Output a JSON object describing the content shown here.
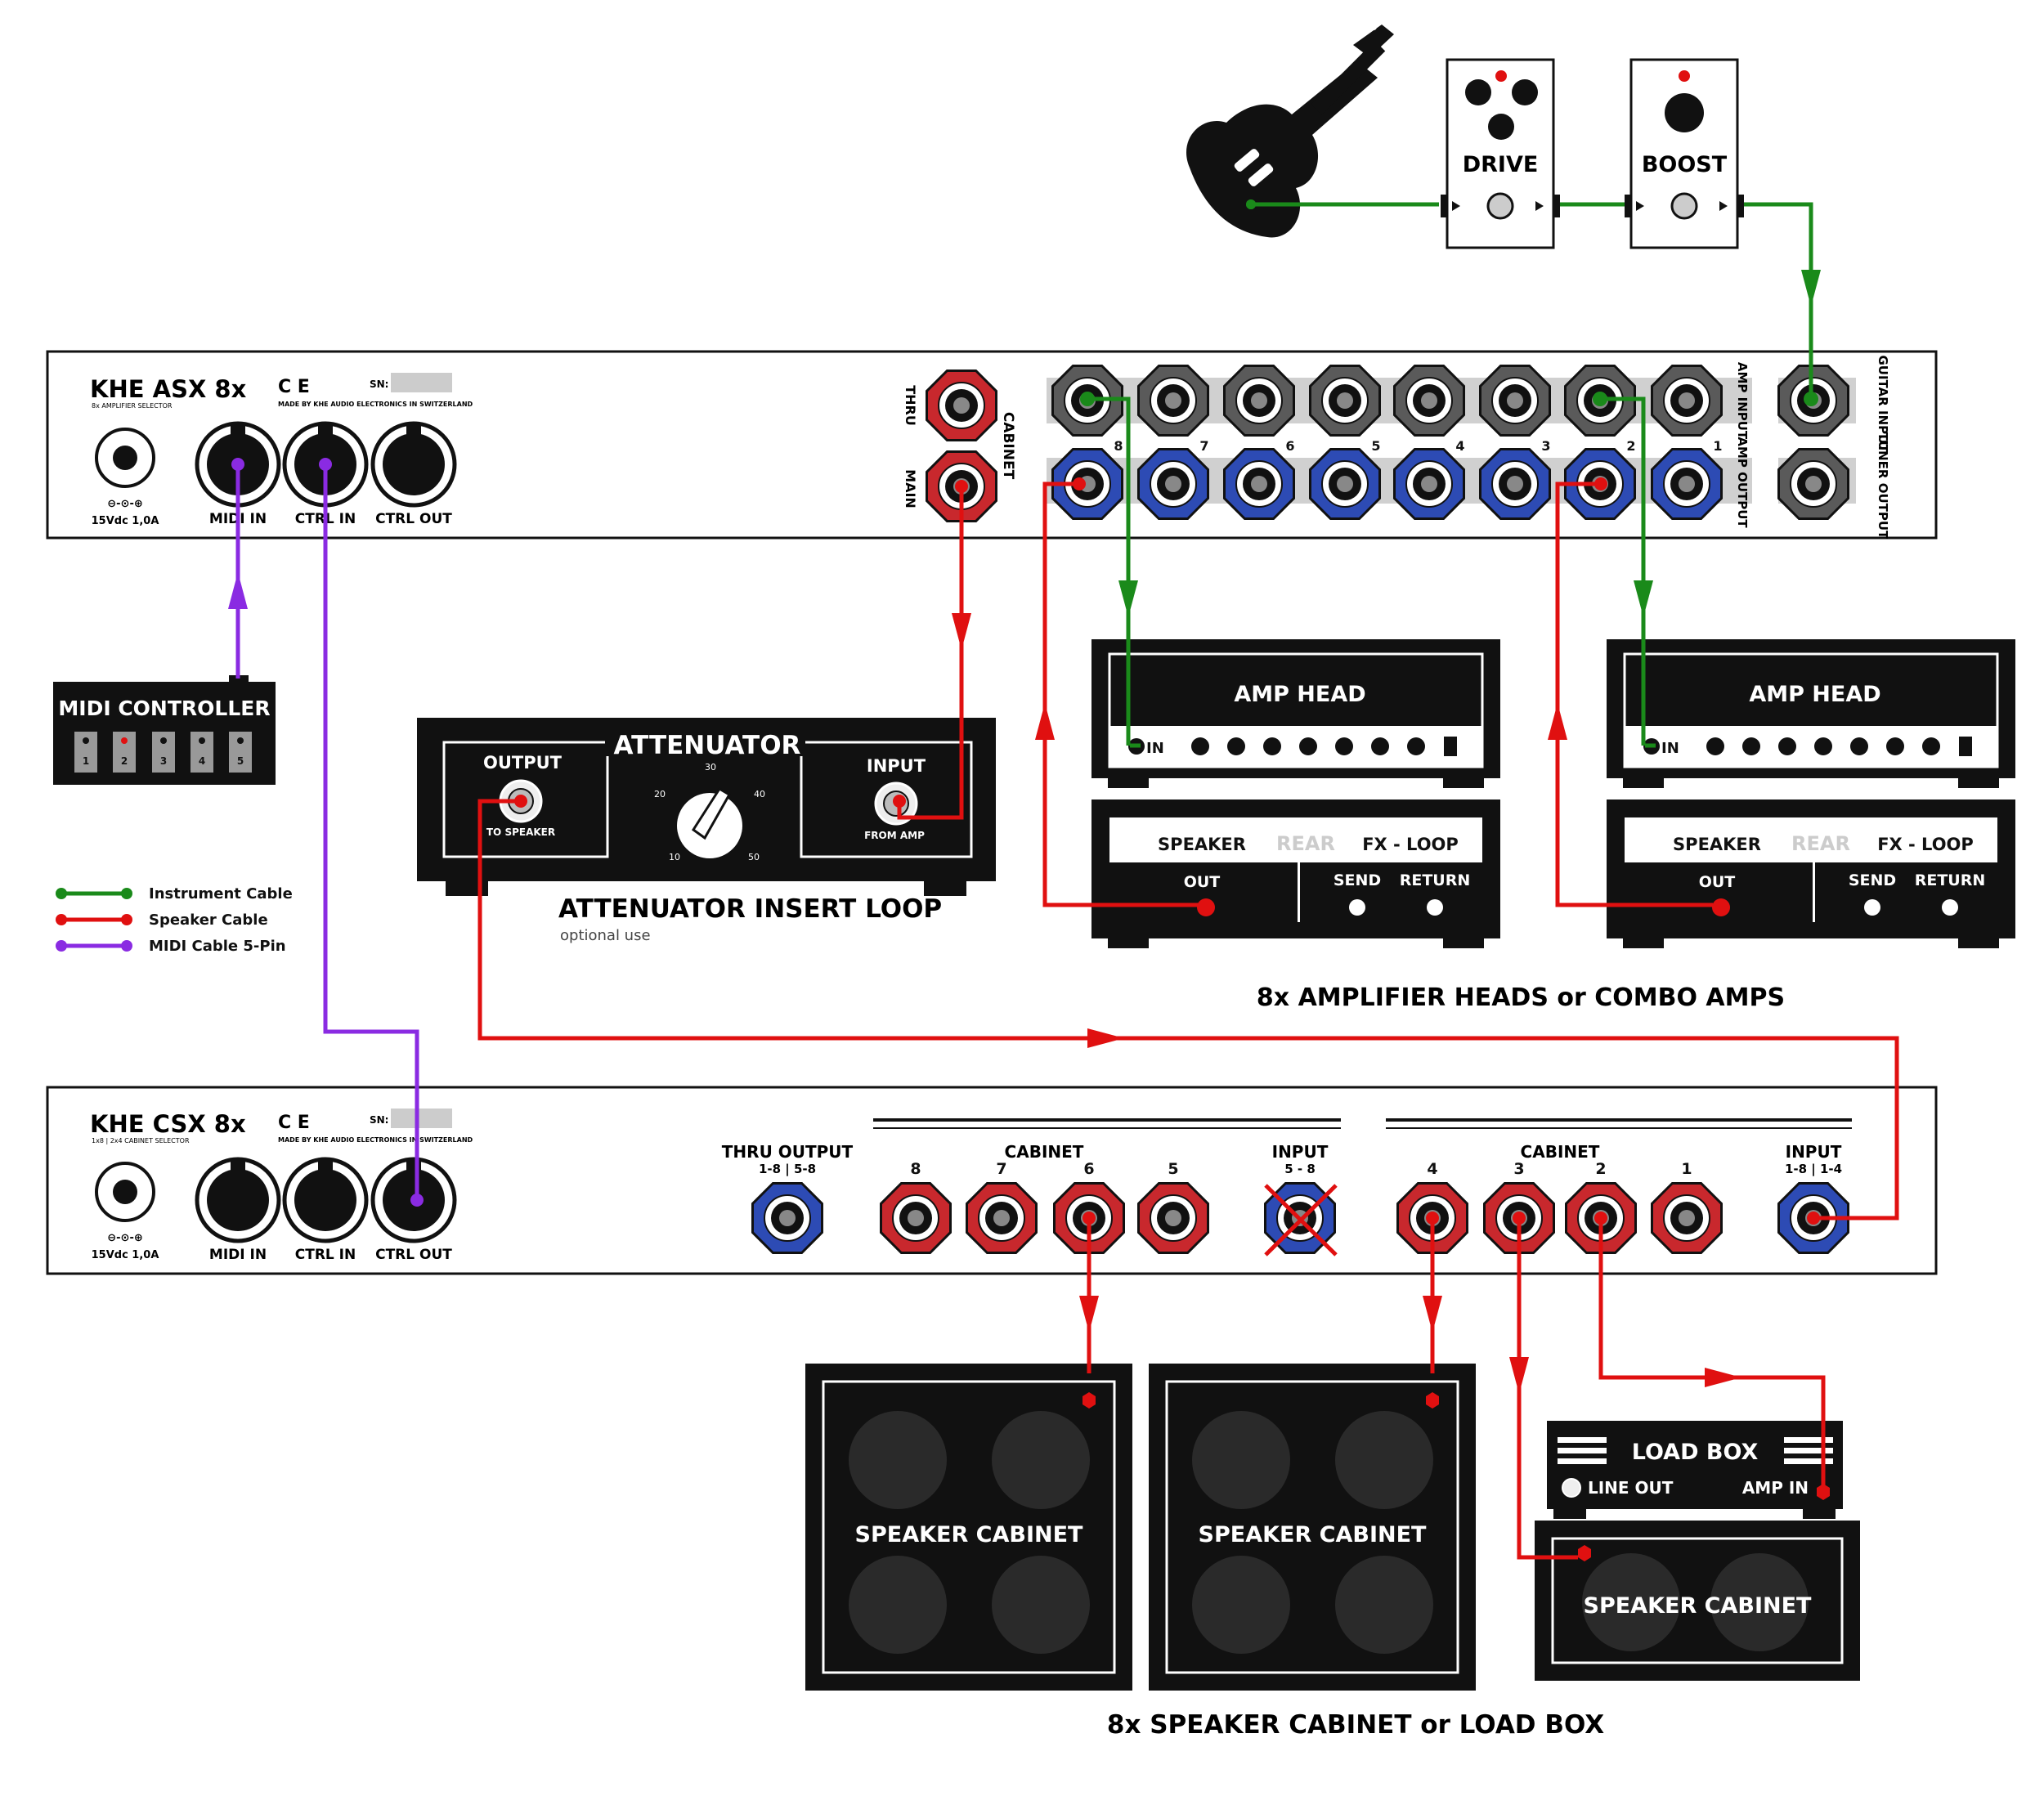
{
  "colors": {
    "instrument": "#1a8a1a",
    "speaker": "#e01010",
    "midi": "#8a2be2",
    "jack_red": "#c8282d",
    "jack_blue": "#2d4bb4",
    "jack_grey": "#5a5a5a"
  },
  "pedals": {
    "drive": "DRIVE",
    "boost": "BOOST"
  },
  "asx": {
    "title": "KHE ASX 8x",
    "subtitle": "8x AMPLIFIER SELECTOR",
    "made_by": "MADE BY KHE AUDIO ELECTRONICS IN SWITZERLAND",
    "sn": "SN:",
    "power": "15Vdc 1,0A",
    "midi_in": "MIDI IN",
    "ctrl_in": "CTRL IN",
    "ctrl_out": "CTRL OUT",
    "thru": "THRU",
    "main": "MAIN",
    "cabinet": "CABINET",
    "amp_input": "AMP INPUT",
    "amp_output": "AMP OUTPUT",
    "guitar_input": "GUITAR INPUT",
    "tuner_output": "TUNER OUTPUT",
    "channels": [
      "8",
      "7",
      "6",
      "5",
      "4",
      "3",
      "2",
      "1"
    ]
  },
  "midi_controller": {
    "title": "MIDI CONTROLLER",
    "buttons": [
      "1",
      "2",
      "3",
      "4",
      "5"
    ]
  },
  "legend": [
    {
      "label": "Instrument Cable",
      "color": "#1a8a1a"
    },
    {
      "label": "Speaker Cable",
      "color": "#e01010"
    },
    {
      "label": "MIDI Cable 5-Pin",
      "color": "#8a2be2"
    }
  ],
  "attenuator": {
    "title": "ATTENUATOR",
    "output": "OUTPUT",
    "to_speaker": "TO SPEAKER",
    "input": "INPUT",
    "from_amp": "FROM AMP",
    "scale": [
      "10",
      "20",
      "30",
      "40",
      "50"
    ],
    "caption": "ATTENUATOR INSERT LOOP",
    "optional": "optional use"
  },
  "amp_heads": [
    {
      "title": "AMP HEAD",
      "in": "IN",
      "speaker": "SPEAKER",
      "rear": "REAR",
      "fx": "FX - LOOP",
      "out": "OUT",
      "send": "SEND",
      "return": "RETURN"
    },
    {
      "title": "AMP HEAD",
      "in": "IN",
      "speaker": "SPEAKER",
      "rear": "REAR",
      "fx": "FX - LOOP",
      "out": "OUT",
      "send": "SEND",
      "return": "RETURN"
    }
  ],
  "amps_caption": "8x AMPLIFIER HEADS or COMBO AMPS",
  "csx": {
    "title": "KHE CSX 8x",
    "subtitle": "1x8 | 2x4 CABINET SELECTOR",
    "made_by": "MADE BY KHE AUDIO ELECTRONICS IN SWITZERLAND",
    "sn": "SN:",
    "power": "15Vdc 1,0A",
    "midi_in": "MIDI IN",
    "ctrl_in": "CTRL IN",
    "ctrl_out": "CTRL OUT",
    "thru_output": "THRU OUTPUT",
    "thru_sub": "1-8 | 5-8",
    "cabinet": "CABINET",
    "group_a": [
      "8",
      "7",
      "6",
      "5"
    ],
    "input_58": "INPUT",
    "input_58_sub": "5 - 8",
    "group_b": [
      "4",
      "3",
      "2",
      "1"
    ],
    "input_main": "INPUT",
    "input_main_sub": "1-8 | 1-4"
  },
  "cabinets": [
    "SPEAKER CABINET",
    "SPEAKER CABINET",
    "SPEAKER CABINET"
  ],
  "load_box": {
    "title": "LOAD BOX",
    "line_out": "LINE OUT",
    "amp_in": "AMP IN"
  },
  "cabs_caption": "8x SPEAKER CABINET or LOAD BOX"
}
